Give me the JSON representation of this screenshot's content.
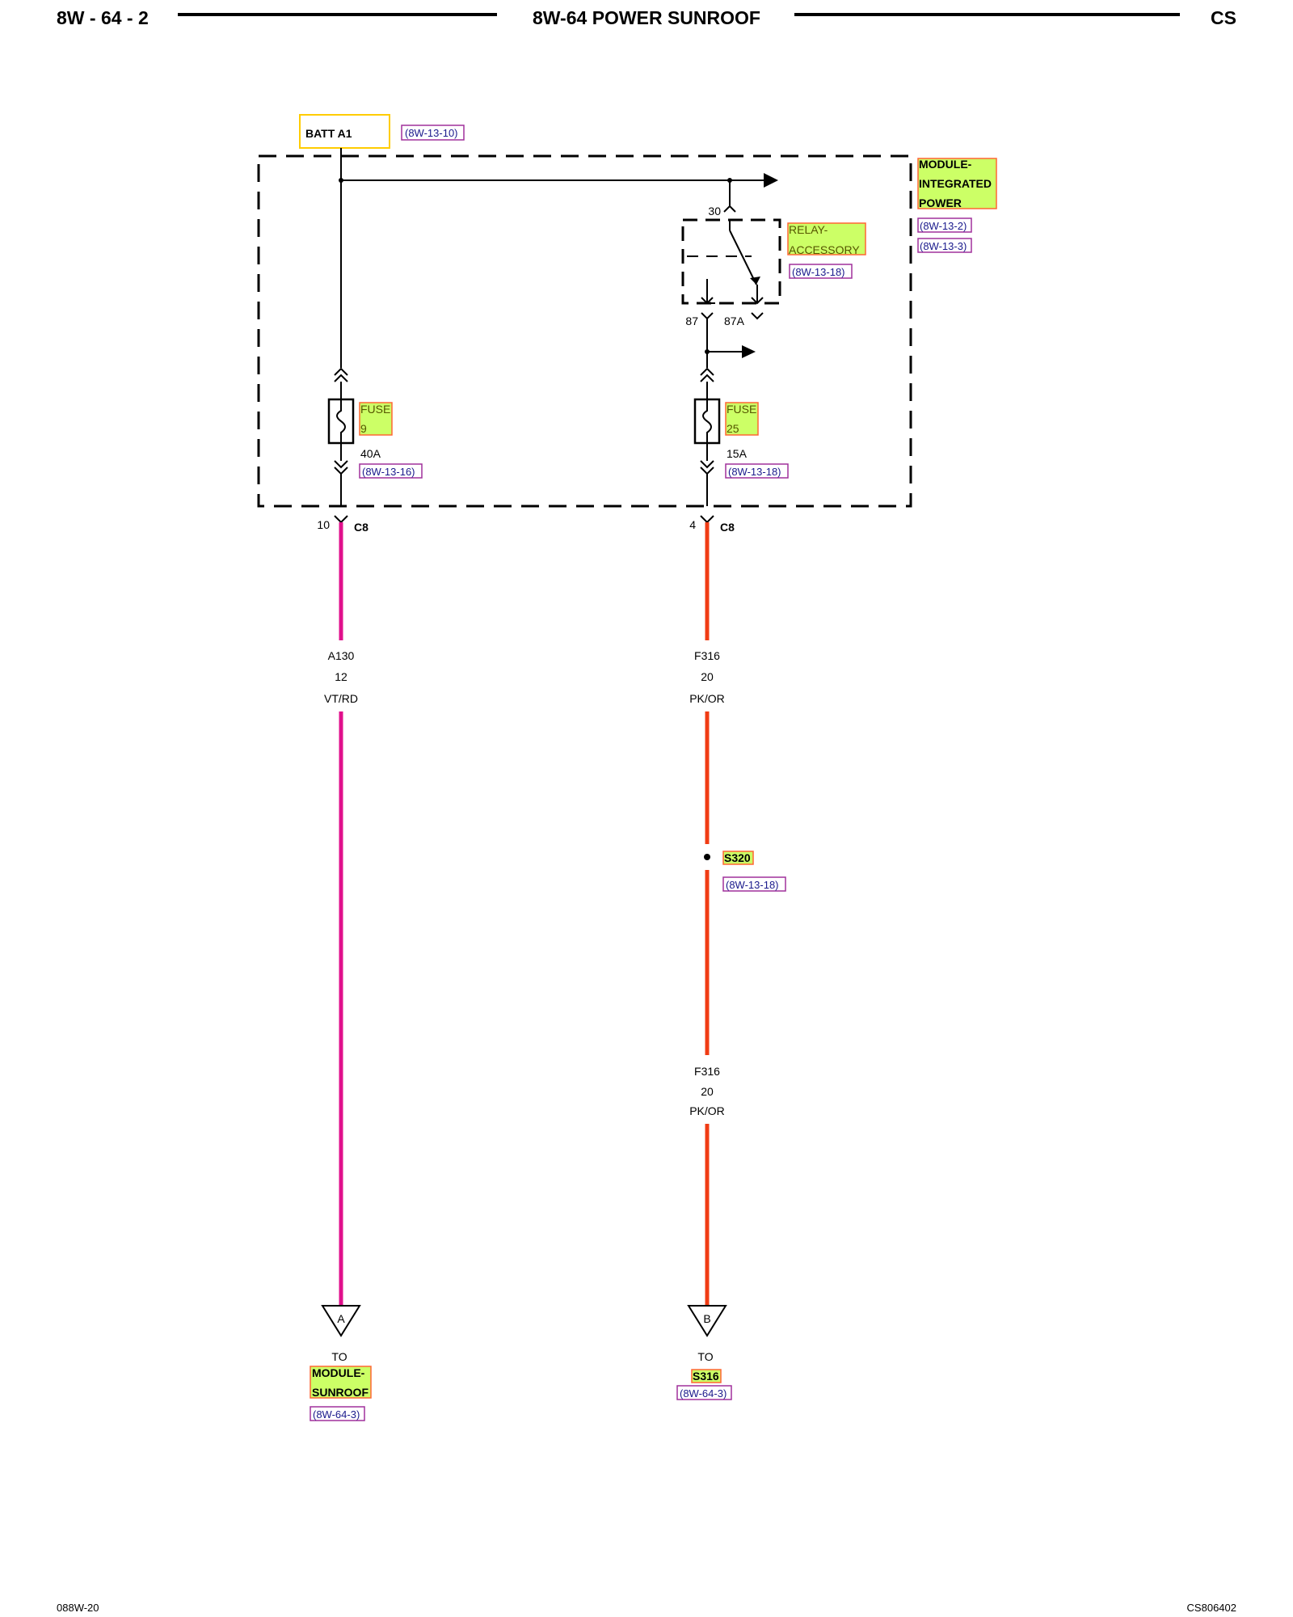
{
  "header": {
    "left": "8W - 64 - 2",
    "title": "8W-64 POWER SUNROOF",
    "right": "CS"
  },
  "components": {
    "batt": {
      "label": "BATT A1",
      "ref": "(8W-13-10)"
    },
    "module_ipm": {
      "line1": "MODULE-",
      "line2": "INTEGRATED",
      "line3": "POWER",
      "ref1": "(8W-13-2)",
      "ref2": "(8W-13-3)"
    },
    "relay": {
      "line1": "RELAY-",
      "line2": "ACCESSORY",
      "ref": "(8W-13-18)",
      "pin30": "30",
      "pin87": "87",
      "pin87a": "87A"
    },
    "fuse9": {
      "line1": "FUSE",
      "line2": "9",
      "rating": "40A",
      "ref": "(8W-13-16)"
    },
    "fuse25": {
      "line1": "FUSE",
      "line2": "25",
      "rating": "15A",
      "ref": "(8W-13-18)"
    }
  },
  "connectors": {
    "left": {
      "pin": "10",
      "name": "C8"
    },
    "right": {
      "pin": "4",
      "name": "C8"
    }
  },
  "wires": {
    "left": {
      "circuit": "A130",
      "gauge": "12",
      "color": "VT/RD",
      "hex": "#e0108c"
    },
    "right_upper": {
      "circuit": "F316",
      "gauge": "20",
      "color": "PK/OR",
      "hex": "#f03c14"
    },
    "right_lower": {
      "circuit": "F316",
      "gauge": "20",
      "color": "PK/OR"
    }
  },
  "splice": {
    "name": "S320",
    "ref": "(8W-13-18)"
  },
  "terminals": {
    "a": {
      "letter": "A",
      "to": "TO",
      "line1": "MODULE-",
      "line2": "SUNROOF",
      "ref": "(8W-64-3)"
    },
    "b": {
      "letter": "B",
      "to": "TO",
      "name": "S316",
      "ref": "(8W-64-3)"
    }
  },
  "footer": {
    "left": "088W-20",
    "right": "CS806402"
  },
  "colors": {
    "highlight": "#ccff66",
    "highlight_border": "#ff6633",
    "batt_border": "#ffcc00",
    "ref_border": "#a0309c"
  }
}
